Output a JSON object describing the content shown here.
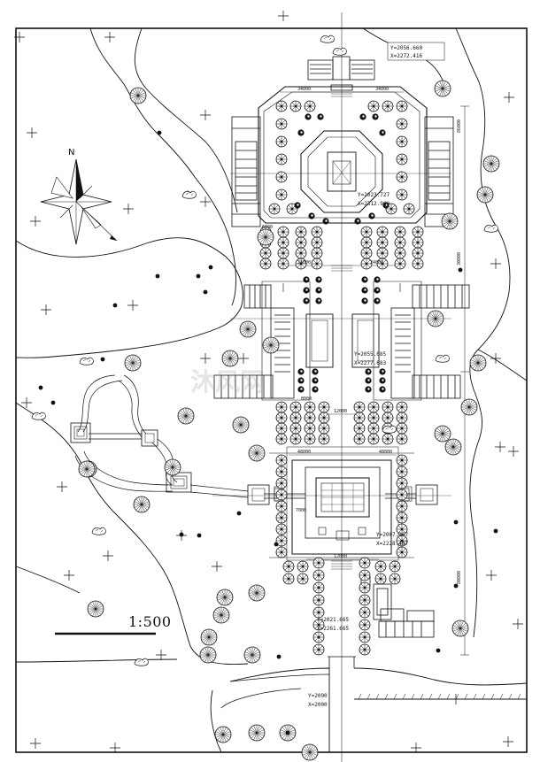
{
  "drawing": {
    "scale": "1:500",
    "north": "N",
    "watermark": "沐风网"
  },
  "coordinates": {
    "top_y": "Y=2056.660",
    "top_x": "X=2272.416",
    "tower_y": "Y=2023.727",
    "tower_x": "X=2312.960",
    "mid_y": "Y=2055.085",
    "mid_x": "X=2277.683",
    "hall_y": "Y=2007.267",
    "hall_x": "X=2228.487",
    "south_y": "Y=2021.665",
    "south_x": "X=2261.665",
    "gate_y": "Y=2090",
    "gate_x": "X=2000"
  },
  "dimensions": {
    "top_left_width": "34000",
    "top_right_width": "34000",
    "mid_left_width": "24000",
    "mid_right_width": "24000",
    "plaza_left": "48000",
    "plaza_right": "48000",
    "axis_gap": "12000",
    "hall_depth": "30000",
    "right_side_top": "86000",
    "right_side_bottom": "80000",
    "lower_gap": "7000",
    "stair_gap": "12000",
    "inner_depth": "8000",
    "mid_side": "6000"
  }
}
